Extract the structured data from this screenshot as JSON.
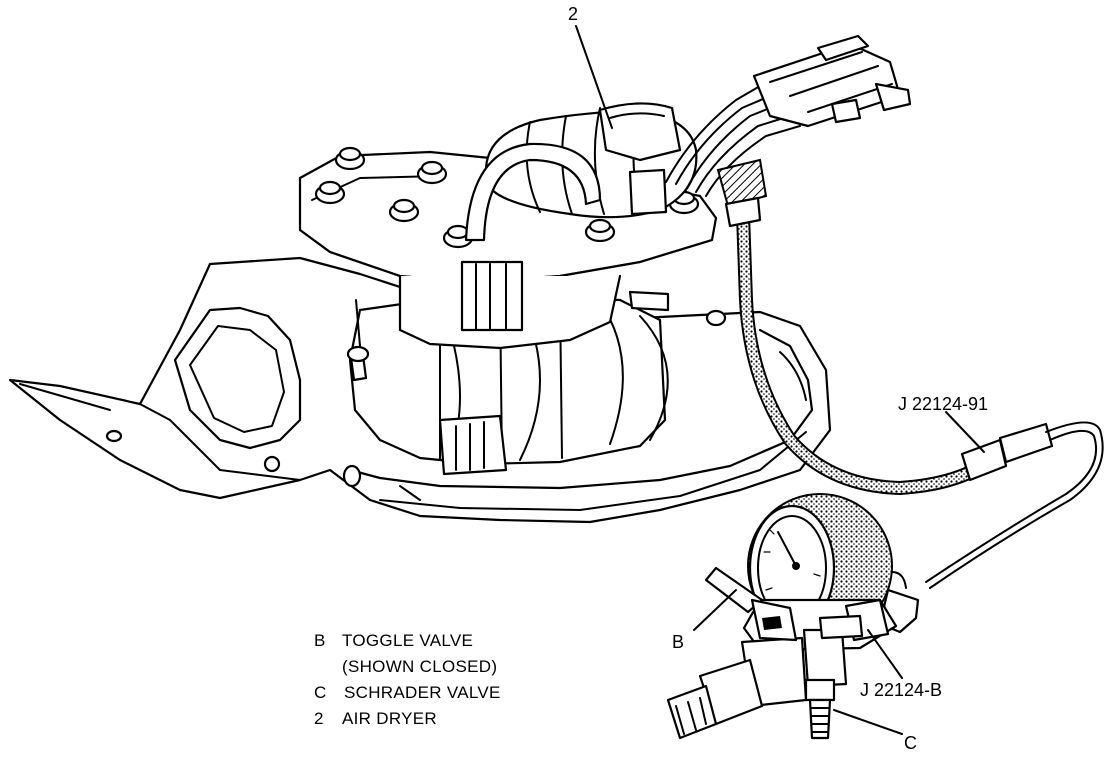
{
  "callouts": {
    "air_dryer_number": "2",
    "hose_tool": "J 22124-91",
    "gauge_tool": "J 22124-B",
    "toggle_letter": "B",
    "schrader_letter": "C"
  },
  "legend": [
    {
      "key": "B",
      "text": "TOGGLE VALVE"
    },
    {
      "key": "",
      "text": "(SHOWN CLOSED)"
    },
    {
      "key": "C",
      "text": "SCHRADER VALVE"
    },
    {
      "key": "2",
      "text": "AIR DRYER"
    }
  ]
}
